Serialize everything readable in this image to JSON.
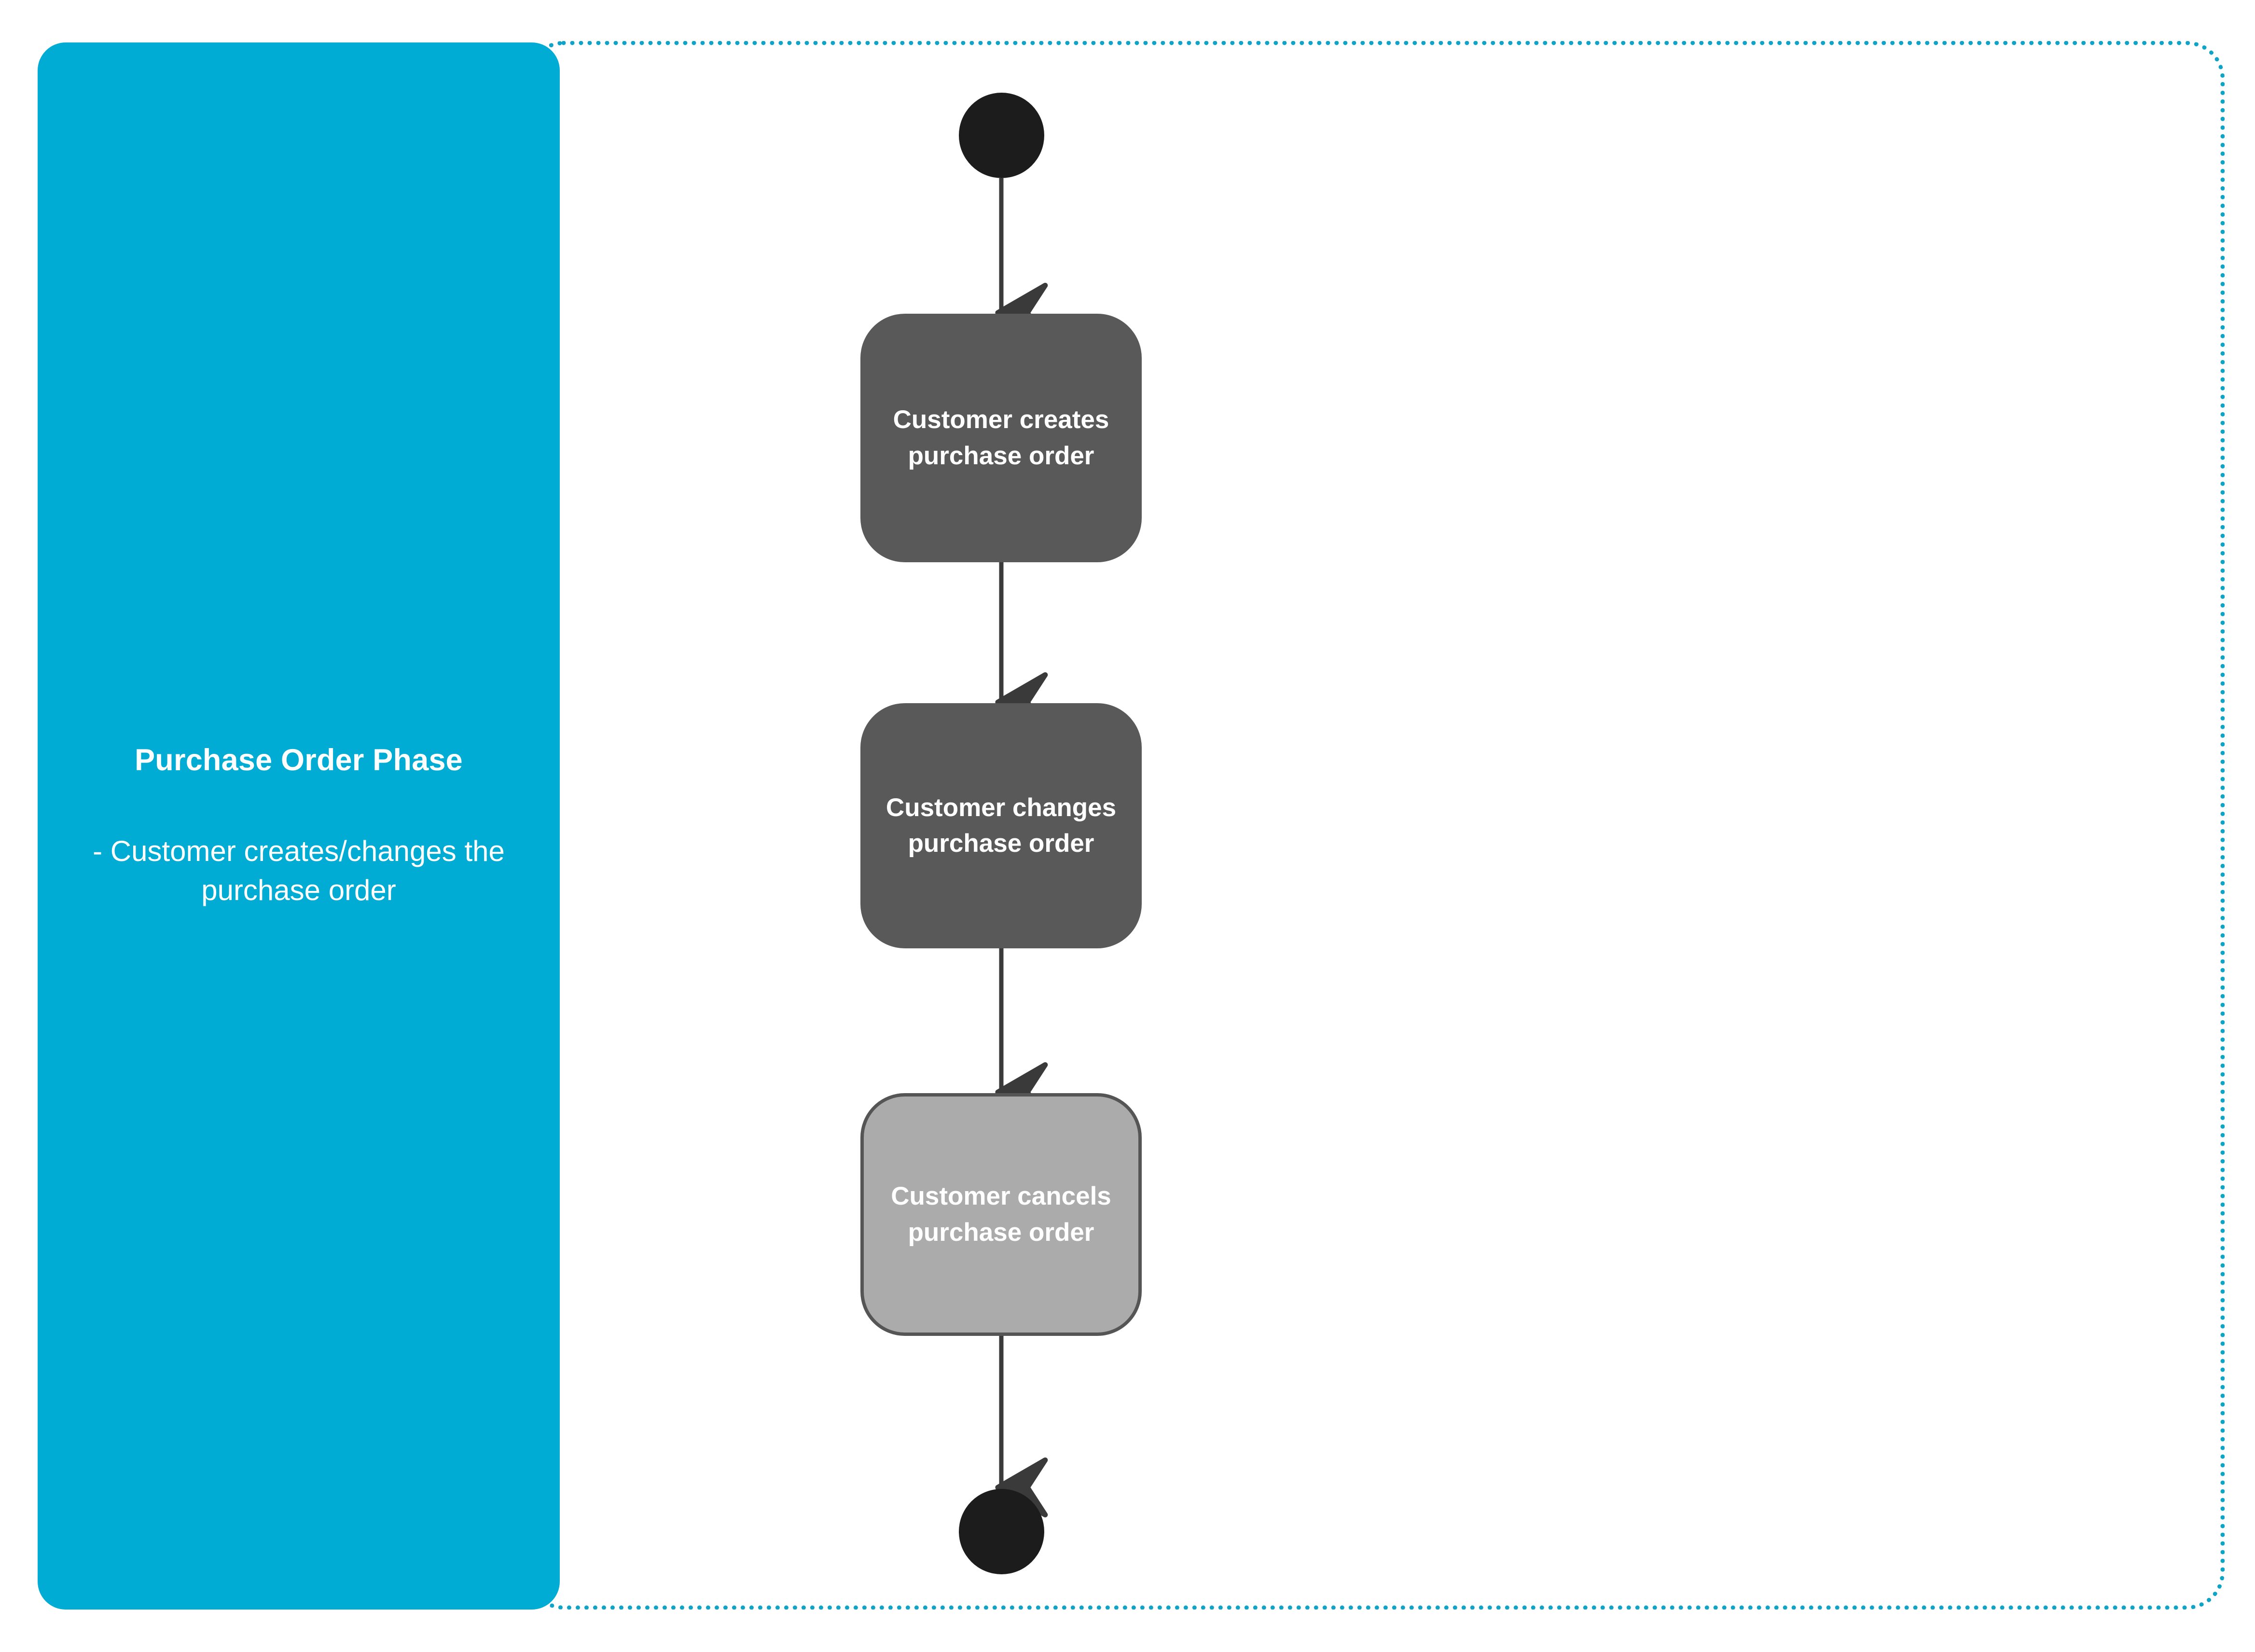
{
  "diagram": {
    "kind": "activity-flowchart",
    "orientation": "top-to-bottom",
    "colors": {
      "phase_banner": "#00ACD3",
      "phase_border": "#0FA3C7",
      "node_dark": "#595959",
      "node_light": "#ABABAB",
      "node_light_border": "#555555",
      "terminal": "#1C1C1C",
      "connector": "#3A3A3A",
      "text_on_node": "#FFFFFF",
      "canvas": "#FFFFFF"
    }
  },
  "phase": {
    "title": "Purchase Order Phase",
    "description": "- Customer creates/changes the purchase order"
  },
  "flow": {
    "start_label": "start",
    "end_label": "end",
    "nodes": [
      {
        "id": "node-1",
        "label": "Customer creates purchase order",
        "style": "dark"
      },
      {
        "id": "node-2",
        "label": "Customer changes purchase order",
        "style": "dark"
      },
      {
        "id": "node-3",
        "label": "Customer cancels purchase order",
        "style": "light"
      }
    ],
    "edges": [
      {
        "from": "start",
        "to": "node-1"
      },
      {
        "from": "node-1",
        "to": "node-2"
      },
      {
        "from": "node-2",
        "to": "node-3"
      },
      {
        "from": "node-3",
        "to": "end"
      }
    ]
  }
}
